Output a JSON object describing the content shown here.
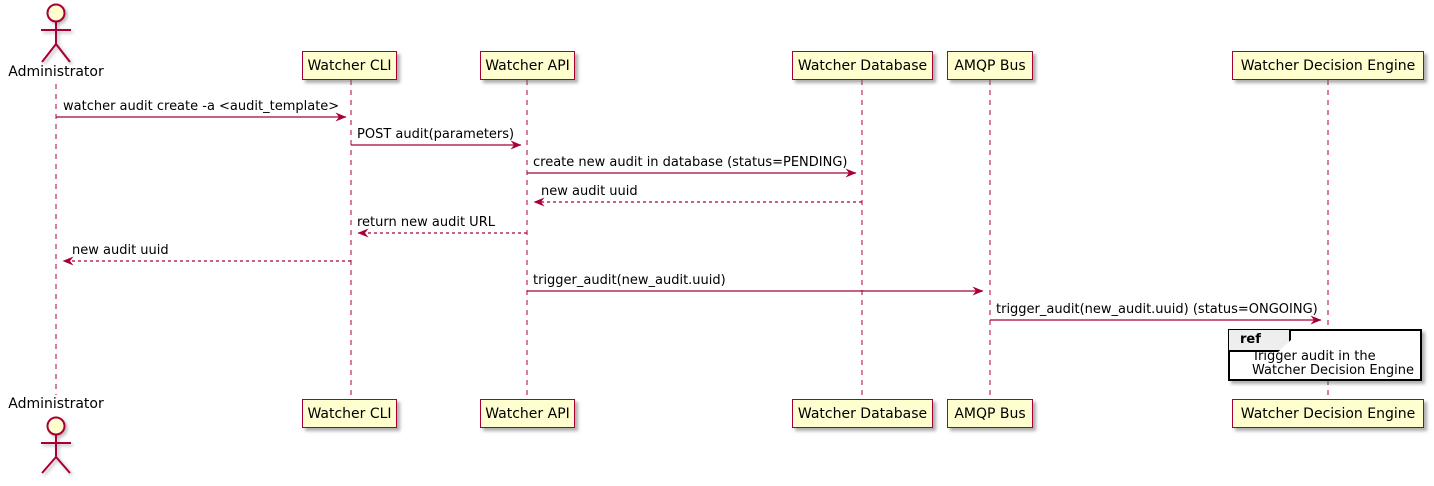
{
  "diagram": {
    "type": "sequence",
    "participants": [
      {
        "name": "Administrator",
        "kind": "actor"
      },
      {
        "name": "Watcher CLI",
        "kind": "participant"
      },
      {
        "name": "Watcher API",
        "kind": "participant"
      },
      {
        "name": "Watcher Database",
        "kind": "participant"
      },
      {
        "name": "AMQP Bus",
        "kind": "participant"
      },
      {
        "name": "Watcher Decision Engine",
        "kind": "participant"
      }
    ],
    "messages": [
      {
        "from": "Administrator",
        "to": "Watcher CLI",
        "label": "watcher audit create -a <audit_template>",
        "style": "solid"
      },
      {
        "from": "Watcher CLI",
        "to": "Watcher API",
        "label": "POST audit(parameters)",
        "style": "solid"
      },
      {
        "from": "Watcher API",
        "to": "Watcher Database",
        "label": "create new audit in database (status=PENDING)",
        "style": "solid"
      },
      {
        "from": "Watcher Database",
        "to": "Watcher API",
        "label": "new audit uuid",
        "style": "dotted"
      },
      {
        "from": "Watcher API",
        "to": "Watcher CLI",
        "label": "return new audit URL",
        "style": "dotted"
      },
      {
        "from": "Watcher CLI",
        "to": "Administrator",
        "label": "new audit uuid",
        "style": "dotted"
      },
      {
        "from": "Watcher API",
        "to": "AMQP Bus",
        "label": "trigger_audit(new_audit.uuid)",
        "style": "solid"
      },
      {
        "from": "AMQP Bus",
        "to": "Watcher Decision Engine",
        "label": "trigger_audit(new_audit.uuid) (status=ONGOING)",
        "style": "solid"
      }
    ],
    "ref": {
      "keyword": "ref",
      "over": "Watcher Decision Engine",
      "line1": "Trigger audit in the",
      "line2": "Watcher Decision Engine"
    },
    "colors": {
      "border": "#A80036",
      "participant_fill": "#FEFECE",
      "text": "#000000",
      "ref_border": "#000000",
      "ref_header_fill": "#EEEEEE",
      "background": "#FFFFFF"
    }
  }
}
